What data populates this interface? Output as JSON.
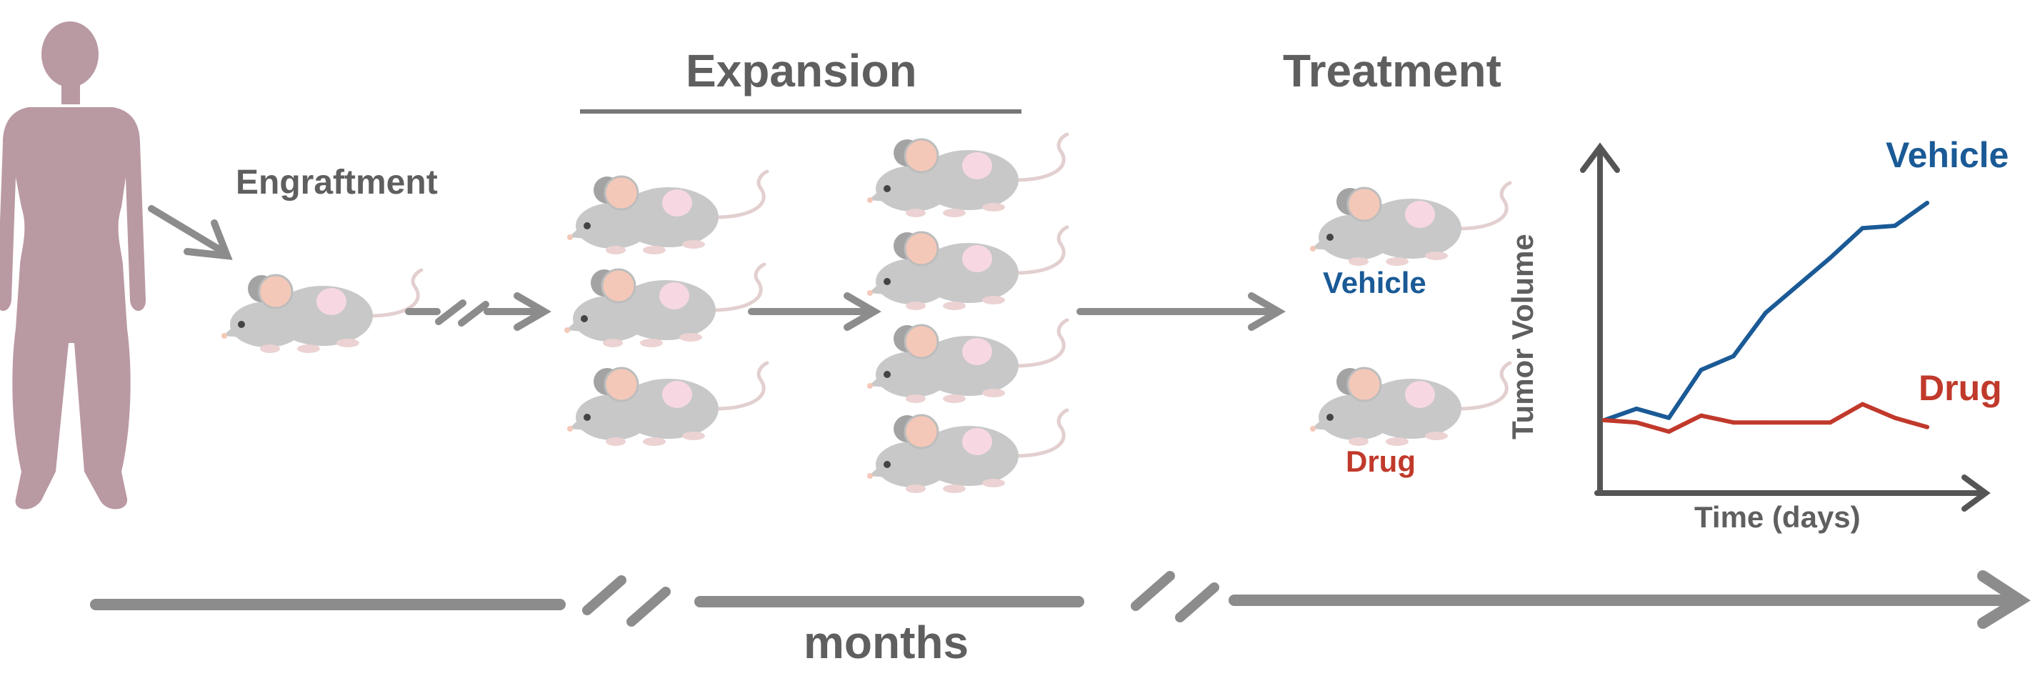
{
  "labels": {
    "expansion": "Expansion",
    "treatment": "Treatment",
    "engraftment": "Engraftment",
    "months": "months",
    "vehicle_group": "Vehicle",
    "drug_group": "Drug"
  },
  "chart": {
    "xlabel": "Time (days)",
    "ylabel": "Tumor Volume",
    "vehicle_label": "Vehicle",
    "drug_label": "Drug"
  },
  "chart_data": {
    "type": "line",
    "xlabel": "Time (days)",
    "ylabel": "Tumor Volume",
    "x": [
      0,
      1,
      2,
      3,
      4,
      5,
      6,
      7,
      8,
      9,
      10
    ],
    "series": [
      {
        "name": "Vehicle",
        "color": "#1a5a96",
        "values": [
          0.05,
          0.1,
          0.06,
          0.27,
          0.33,
          0.52,
          0.64,
          0.76,
          0.89,
          0.9,
          1.0
        ]
      },
      {
        "name": "Drug",
        "color": "#c0392b",
        "values": [
          0.05,
          0.04,
          0.0,
          0.07,
          0.04,
          0.04,
          0.04,
          0.04,
          0.12,
          0.06,
          0.02
        ]
      }
    ],
    "ylim": [
      0,
      1
    ],
    "grid": false,
    "legend": "inline-right"
  },
  "colors": {
    "human": "#b999a2",
    "arrow": "#8c8c8c",
    "text_grey": "#5f5f5f",
    "vehicle": "#1a5a96",
    "drug": "#c0392b",
    "mouse_body": "#c8c8c8",
    "mouse_ear": "#f4c8b8",
    "mouse_tumor": "#f7d8e2",
    "mouse_tail": "#e3cfcf"
  },
  "icons": {
    "human": "human-silhouette-icon",
    "mouse": "mouse-icon"
  }
}
